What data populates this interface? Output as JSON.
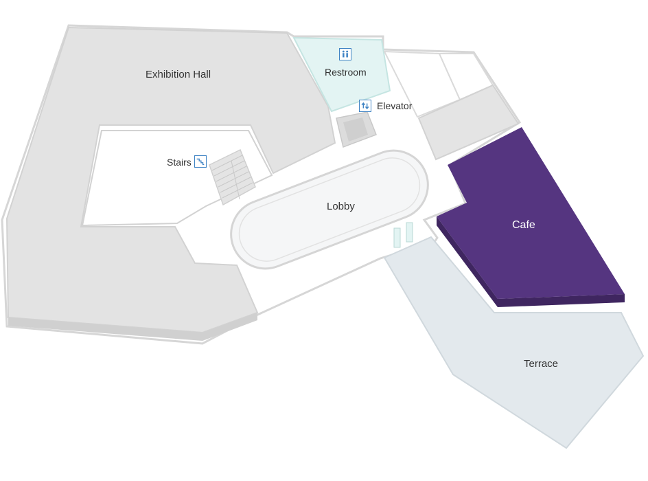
{
  "areas": {
    "exhibition_hall": {
      "label": "Exhibition Hall"
    },
    "restroom": {
      "label": "Restroom",
      "icon": "restroom-icon"
    },
    "elevator": {
      "label": "Elevator",
      "icon": "elevator-icon"
    },
    "stairs": {
      "label": "Stairs",
      "icon": "stairs-icon"
    },
    "lobby": {
      "label": "Lobby"
    },
    "cafe": {
      "label": "Cafe",
      "highlighted": true
    },
    "terrace": {
      "label": "Terrace"
    }
  },
  "colors": {
    "highlight": "#553580",
    "highlight_side": "#3f2660",
    "room": "#e2e2e2",
    "room_side": "#cfcfcf",
    "restroom": "#e3f4f3",
    "terrace": "#e3e9ed",
    "outline": "#d9d9d9",
    "icon_accent": "#3f83c4"
  }
}
